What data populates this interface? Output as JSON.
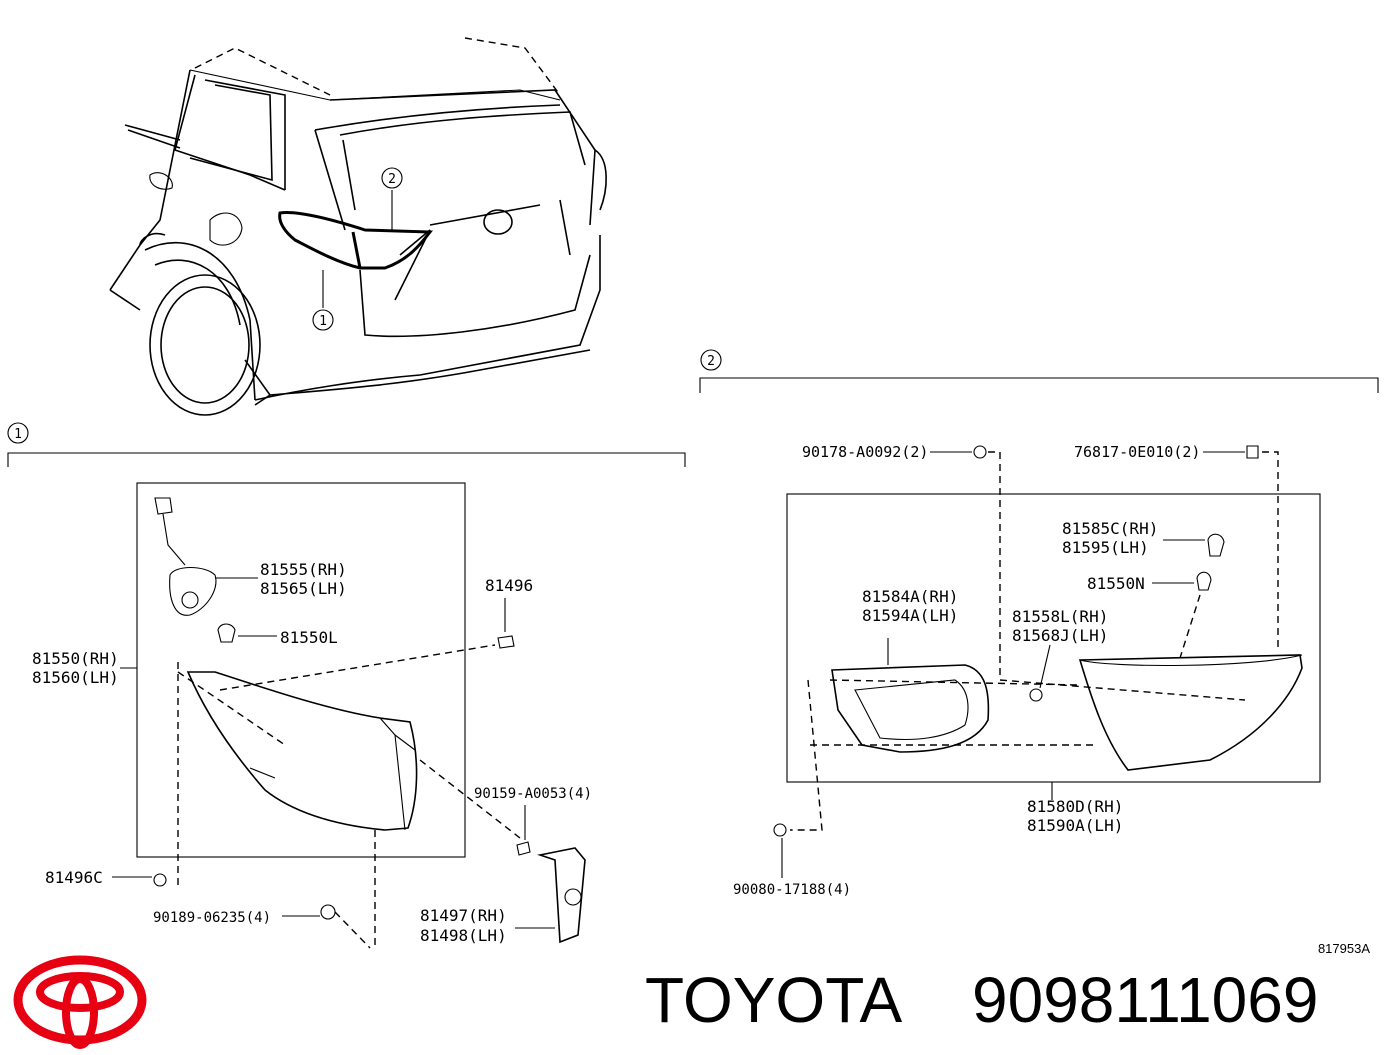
{
  "callouts": {
    "one": "1",
    "two": "2"
  },
  "group1": {
    "socket": [
      "81555(RH)",
      "81565(LH)"
    ],
    "bulb": "81550L",
    "clip_top": "81496",
    "lamp": [
      "81550(RH)",
      "81560(LH)"
    ],
    "screw_a": "90159-A0053(4)",
    "clip_bottom": "81496C",
    "nut": "90189-06235(4)",
    "bracket": [
      "81497(RH)",
      "81498(LH)"
    ]
  },
  "group2": {
    "nut_a": "90178-A0092(2)",
    "nut_b": "76817-0E010(2)",
    "socket": [
      "81585C(RH)",
      "81595(LH)"
    ],
    "bulb": "81550N",
    "gasket": [
      "81584A(RH)",
      "81594A(LH)"
    ],
    "socket_b": [
      "81558L(RH)",
      "81568J(LH)"
    ],
    "lamp": [
      "81580D(RH)",
      "81590A(LH)"
    ],
    "screw": "90080-17188(4)"
  },
  "diagram_ref": "817953A",
  "brand": {
    "name": "TOYOTA",
    "part_number": "9098111069",
    "logo_color": "#e60012"
  }
}
